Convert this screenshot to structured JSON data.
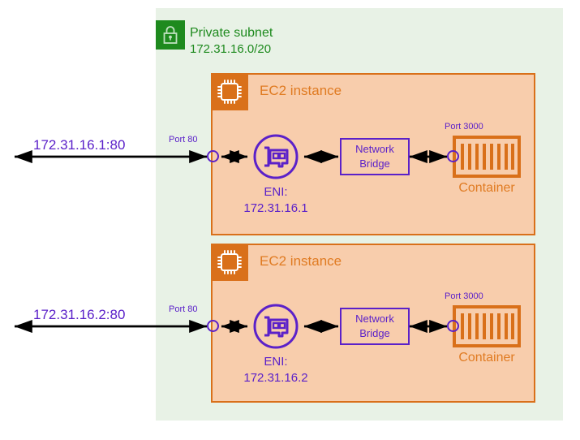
{
  "diagram": {
    "subnet": {
      "icon": "lock-icon",
      "title": "Private subnet",
      "cidr": "172.31.16.0/20",
      "color": "#1e8a1e"
    },
    "colors": {
      "subnet_fill": "#e8f2e6",
      "subnet_accent": "#1e8a1e",
      "ec2_fill": "#f8cdac",
      "ec2_border": "#d9701a",
      "ec2_accent": "#e07b22",
      "purple": "#5b21c9",
      "arrow": "#000000"
    },
    "instances": [
      {
        "icon": "cpu-chip-icon",
        "title": "EC2 instance",
        "external_endpoint": "172.31.16.1:80",
        "ingress_port_label": "Port 80",
        "eni": {
          "icon": "network-interface-icon",
          "label_line1": "ENI:",
          "label_line2": "172.31.16.1"
        },
        "bridge": {
          "line1": "Network",
          "line2": "Bridge"
        },
        "container": {
          "icon": "container-icon",
          "port_label": "Port 3000",
          "label": "Container",
          "bars": 8
        }
      },
      {
        "icon": "cpu-chip-icon",
        "title": "EC2 instance",
        "external_endpoint": "172.31.16.2:80",
        "ingress_port_label": "Port 80",
        "eni": {
          "icon": "network-interface-icon",
          "label_line1": "ENI:",
          "label_line2": "172.31.16.2"
        },
        "bridge": {
          "line1": "Network",
          "line2": "Bridge"
        },
        "container": {
          "icon": "container-icon",
          "port_label": "Port 3000",
          "label": "Container",
          "bars": 8
        }
      }
    ]
  }
}
